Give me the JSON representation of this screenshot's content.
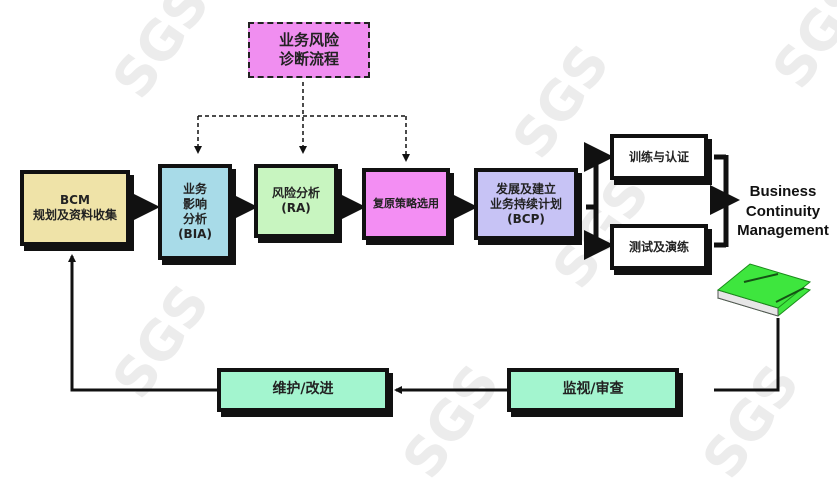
{
  "watermark": "SGS",
  "top_box": {
    "label": "业务风险\n诊断流程",
    "color": "#f08ef0"
  },
  "main_flow": [
    {
      "id": "bcm",
      "label": "BCM\n规划及资料收集",
      "color": "#efe3a8"
    },
    {
      "id": "bia",
      "label": "业务\n影响\n分析\n(BIA)",
      "color": "#a8dbe8"
    },
    {
      "id": "ra",
      "label": "风险分析\n(RA)",
      "color": "#c8f5c0"
    },
    {
      "id": "strategy",
      "label": "复原策略选用",
      "color": "#f38ef3"
    },
    {
      "id": "bcp",
      "label": "发展及建立\n业务持续计划\n(BCP)",
      "color": "#c7c3f5"
    }
  ],
  "branch": [
    {
      "id": "training",
      "label": "训练与认证",
      "color": "#ffffff"
    },
    {
      "id": "testing",
      "label": "测试及演练",
      "color": "#ffffff"
    }
  ],
  "result": {
    "label": "Business\nContinuity\nManagement",
    "book_color": "#3ee63e"
  },
  "bottom_flow": [
    {
      "id": "monitor",
      "label": "监视/审查",
      "color": "#a3f5cf"
    },
    {
      "id": "maintain",
      "label": "维护/改进",
      "color": "#a3f5cf"
    }
  ]
}
